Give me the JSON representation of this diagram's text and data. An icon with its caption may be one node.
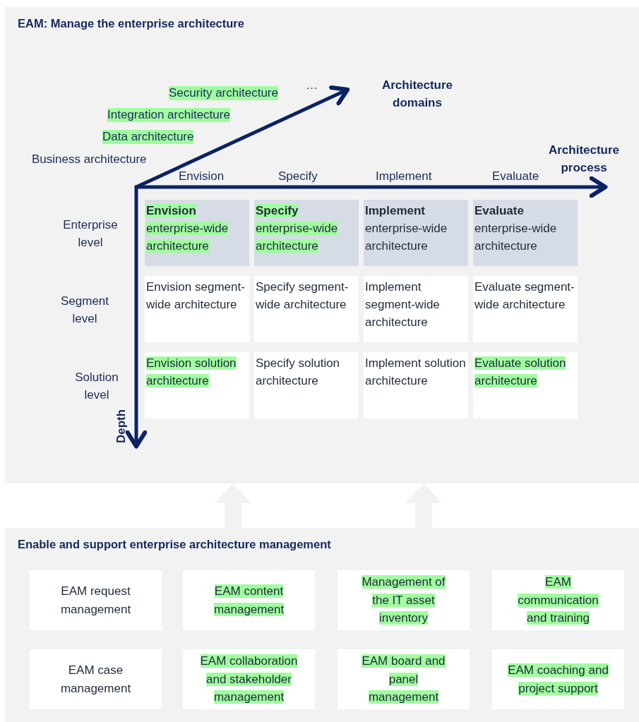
{
  "diagram": {
    "nodes": [
      {
        "text": [
          "EAM: Manage the enterprise architecture"
        ]
      },
      {
        "text": [
          "**Envision** enterprise-wide architecture"
        ],
        "in": 0
      },
      {
        "text": [
          "**Specify** enterprise-wide architecture"
        ],
        "in": 0
      },
      {
        "text": [
          "**Implement** enterprise-wide architecture"
        ],
        "in": 0
      },
      {
        "text": [
          "**Evaluate** enterprise-wide architecture"
        ],
        "in": 0
      },
      {
        "text": [
          "Envision segment-wide architecture"
        ],
        "in": 0
      },
      {
        "text": [
          "Specify segment-wide architecture"
        ],
        "in": 0
      },
      {
        "text": [
          "Implement segment-wide architecture"
        ],
        "in": 0
      },
      {
        "text": [
          "Evaluate segment-wide architecture"
        ],
        "in": 0
      },
      {
        "text": [
          "Envision solution architecture"
        ],
        "in": 0
      },
      {
        "text": [
          "Specify solution architecture"
        ],
        "in": 0
      },
      {
        "text": [
          "Implement solution architecture"
        ],
        "in": 0
      },
      {
        "text": [
          "Evaluate solution architecture"
        ],
        "in": 0
      },
      {
        "text": [
          "Enable and support enterprise architecture management"
        ]
      },
      {
        "text": [
          "EAM request management"
        ],
        "in": 13
      },
      {
        "text": [
          "EAM content management"
        ],
        "in": 13
      },
      {
        "text": [
          "Management of the IT asset inventory"
        ],
        "in": 13
      },
      {
        "text": [
          "EAM communication and training"
        ],
        "in": 13
      },
      {
        "text": [
          "EAM case management"
        ],
        "in": 13
      },
      {
        "text": [
          "EAM collaboration and stakeholder management"
        ],
        "in": 13
      },
      {
        "text": [
          "EAM board and panel management"
        ],
        "in": 13
      },
      {
        "text": [
          "EAM coaching and project support"
        ],
        "in": 13
      }
    ],
    "edges": [
      {
        "from": 13,
        "to": 0,
        "arrow": "to"
      },
      {
        "from": 13,
        "to": 0,
        "arrow": "to"
      }
    ],
    "labels": [
      "Security architecture",
      "…",
      "Architecture domains",
      "Integration architecture",
      "Data architecture",
      "Business architecture",
      "Architecture process",
      "Envision",
      "Specify",
      "Implement",
      "Evaluate",
      "Enterprise level",
      "Segment level",
      "Solution level",
      "Depth"
    ]
  }
}
